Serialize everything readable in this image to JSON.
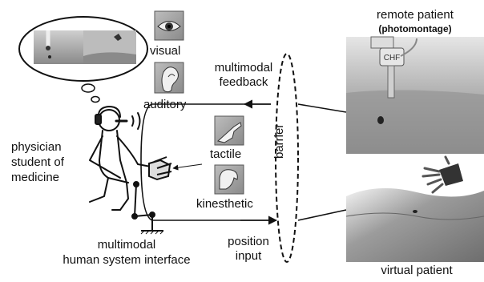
{
  "labels": {
    "remote_patient": "remote patient",
    "photomontage": "(photomontage)",
    "visual": "visual",
    "auditory": "auditory",
    "multimodal_feedback_line1": "multimodal",
    "multimodal_feedback_line2": "feedback",
    "barrier": "barrier",
    "physician_line1": "physician",
    "physician_line2": "student of",
    "physician_line3": "medicine",
    "tactile": "tactile",
    "kinesthetic": "kinesthetic",
    "interface_line1": "multimodal",
    "interface_line2": "human system interface",
    "position_input_line1": "position",
    "position_input_line2": "input",
    "virtual_patient": "virtual patient",
    "device_label": "CHF"
  },
  "icons": {
    "visual": "eye-icon",
    "auditory": "ear-icon",
    "tactile": "finger-touch-icon",
    "kinesthetic": "arm-muscle-icon"
  },
  "colors": {
    "line": "#111111",
    "icon_bg": "#9a9a9a",
    "photo_light": "#c8c8c8",
    "photo_dark": "#7d7d7d"
  }
}
